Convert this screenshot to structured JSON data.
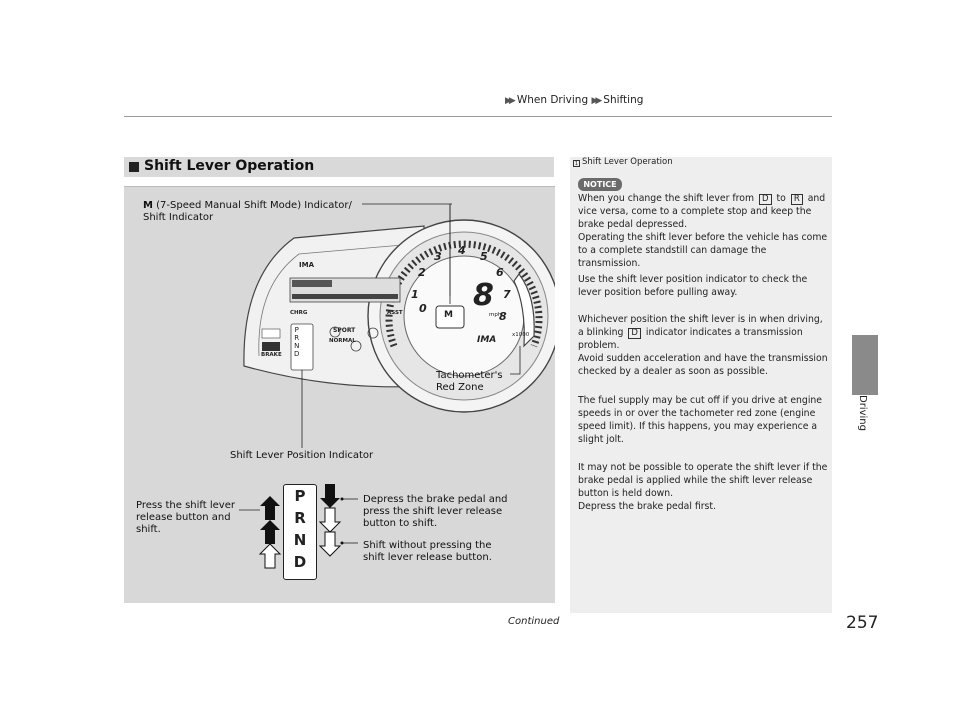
{
  "breadcrumb": {
    "part1": "When Driving",
    "part2": "Shifting"
  },
  "side_tab": {
    "label": "Driving"
  },
  "section": {
    "title": "Shift Lever Operation"
  },
  "figure": {
    "label_indicator_bold": "M",
    "label_indicator_line1": "(7-Speed Manual Shift Mode) Indicator/",
    "label_indicator_line2": "Shift Indicator",
    "label_tach_line1": "Tachometer's",
    "label_tach_line2": "Red Zone",
    "label_position": "Shift Lever Position Indicator",
    "label_press_line1": "Press the shift lever",
    "label_press_line2": "release button and",
    "label_press_line3": "shift.",
    "label_depress_line1": "Depress the brake pedal and",
    "label_depress_line2": "press the shift lever release",
    "label_depress_line3": "button to shift.",
    "label_without_line1": "Shift without pressing the",
    "label_without_line2": "shift lever release button.",
    "prnd": [
      "P",
      "R",
      "N",
      "D"
    ],
    "gauge": {
      "ima": "IMA",
      "chrg": "CHRG",
      "asst": "ASST",
      "sport": "SPORT",
      "normal": "NORMAL",
      "brake": "BRAKE",
      "mph": "mph",
      "rpm": "x1000",
      "gear_display": "8",
      "m_indicator": "M",
      "tach_numbers": [
        "0",
        "1",
        "2",
        "3",
        "4",
        "5",
        "6",
        "7",
        "8"
      ],
      "prnd_small": [
        "P",
        "R",
        "N",
        "D"
      ]
    }
  },
  "note": {
    "title": "Shift Lever Operation",
    "notice": "NOTICE",
    "p1_a": "When you change the shift lever from",
    "key_d": "D",
    "p1_to": "to",
    "key_r": "R",
    "p1_and": "and",
    "p1_b": "vice versa, come to a complete stop and keep the",
    "p1_c": "brake pedal depressed.",
    "p1_d": "Operating the shift lever before the vehicle has come",
    "p1_e": "to a complete standstill can damage the transmission.",
    "p2_a": "Use the shift lever position indicator to check the",
    "p2_b": "lever position before pulling away.",
    "p3_a": "Whichever position the shift lever is in when driving,",
    "p3_b1": "a blinking",
    "p3_b2": "indicator indicates a transmission",
    "p3_c": "problem.",
    "p3_d": "Avoid sudden acceleration and have the transmission",
    "p3_e": "checked by a dealer as soon as possible.",
    "p4_a": "The fuel supply may be cut off if you drive at engine",
    "p4_b": "speeds in or over the tachometer red zone (engine",
    "p4_c": "speed limit). If this happens, you may experience a",
    "p4_d": "slight jolt.",
    "p5_a": "It may not be possible to operate the shift lever if the",
    "p5_b": "brake pedal is applied while the shift lever release",
    "p5_c": "button is held down.",
    "p5_d": "Depress the brake pedal first."
  },
  "footer": {
    "continued": "Continued",
    "page": "257"
  }
}
